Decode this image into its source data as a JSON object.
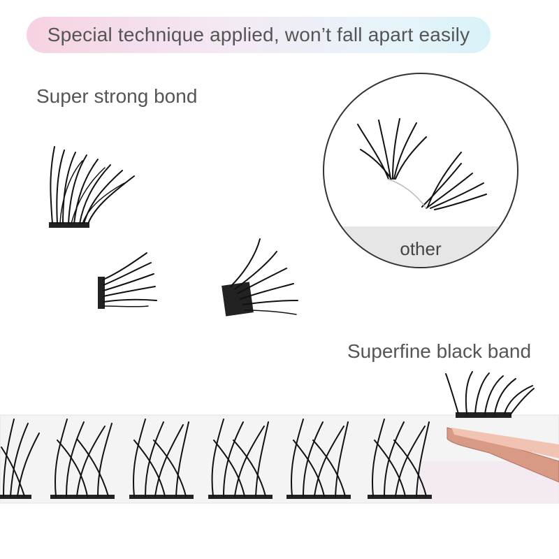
{
  "banner": {
    "text": "Special technique applied, won’t fall apart easily"
  },
  "labels": {
    "strong_bond": "Super strong bond",
    "black_band": "Superfine black band"
  },
  "comparison": {
    "caption": "other"
  },
  "colors": {
    "lash": "#111111",
    "tweezer_rose_gold": "#d99a85",
    "banner_left": "#f6d2e2",
    "banner_right": "#d8f2f8",
    "caption_bar": "#e6e6e6"
  }
}
